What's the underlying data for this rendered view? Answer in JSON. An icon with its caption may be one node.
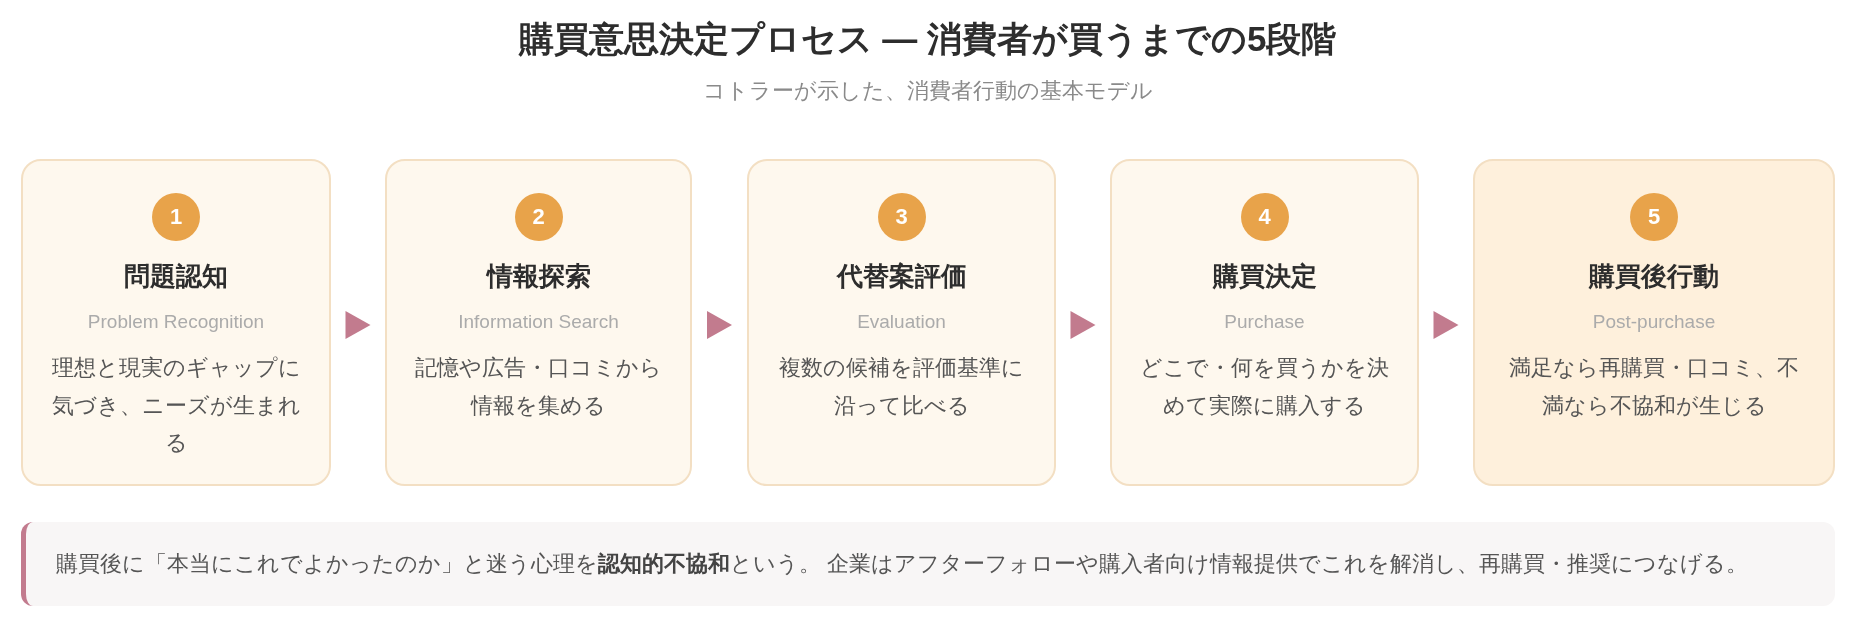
{
  "diagram": {
    "title": "購買意思決定プロセス — 消費者が買うまでの5段階",
    "nodes": [
      {
        "text": [
          "問題認知",
          "Problem Recognition",
          "理想と現実のギャップに気づき、ニーズが生まれる"
        ]
      },
      {
        "text": [
          "1"
        ],
        "in": 0
      },
      {
        "text": [
          "情報探索",
          "Information Search",
          "記憶や広告・口コミから情報を集める"
        ]
      },
      {
        "text": [
          "2"
        ],
        "in": 2
      },
      {
        "text": [
          "代替案評価",
          "Evaluation",
          "複数の候補を評価基準に沿って比べる"
        ]
      },
      {
        "text": [
          "3"
        ],
        "in": 4
      },
      {
        "text": [
          "購買決定",
          "Purchase",
          "どこで・何を買うかを決めて実際に購入する"
        ]
      },
      {
        "text": [
          "4"
        ],
        "in": 6
      },
      {
        "text": [
          "購買後行動",
          "Post-purchase",
          "満足なら再購買・口コミ、不満なら不協和が生じる"
        ]
      },
      {
        "text": [
          "5"
        ],
        "in": 8
      },
      {
        "text": [
          "購買後に「本当にこれでよかったのか」と迷う心理を**認知的不協和**という。 企業はアフターフォローや購入者向け情報提供でこれを解消し、再購買・推奨につなげる。"
        ]
      }
    ],
    "edges": [
      {
        "from": 0,
        "to": 2,
        "arrow": "to"
      },
      {
        "from": 2,
        "to": 4,
        "arrow": "to"
      },
      {
        "from": 4,
        "to": 6,
        "arrow": "to"
      },
      {
        "from": 6,
        "to": 8,
        "arrow": "to"
      }
    ],
    "labels": [
      "コトラーが示した、消費者行動の基本モデル"
    ]
  }
}
